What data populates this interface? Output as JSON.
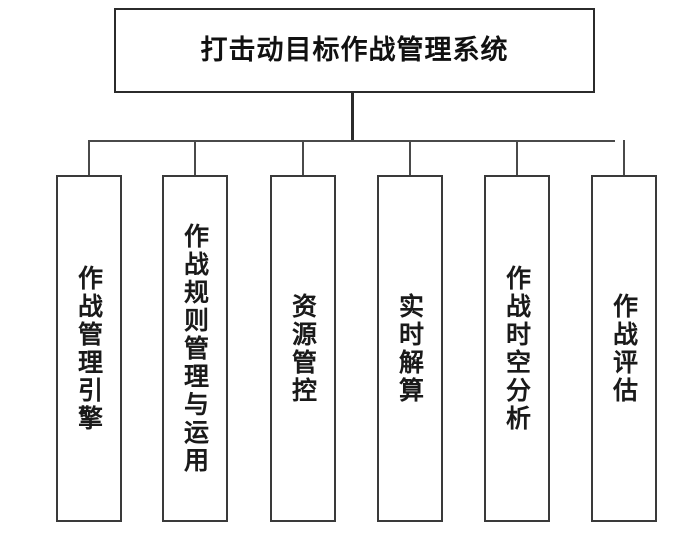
{
  "diagram": {
    "title": "打击动目标作战管理系统",
    "root": {
      "label": "打击动目标作战管理系统"
    },
    "children": [
      {
        "label": "作战管理引擎"
      },
      {
        "label": "作战规则管理与运用"
      },
      {
        "label": "资源管控"
      },
      {
        "label": "实时解算"
      },
      {
        "label": "作战时空分析"
      },
      {
        "label": "作战评估"
      }
    ],
    "colors": {
      "background": "#ffffff",
      "box_fill": "#ffffff",
      "box_border": "#3a3a3a",
      "root_border": "#2b2b2b",
      "connector": "#4a4a4a",
      "text": "#1a1a1a"
    }
  }
}
